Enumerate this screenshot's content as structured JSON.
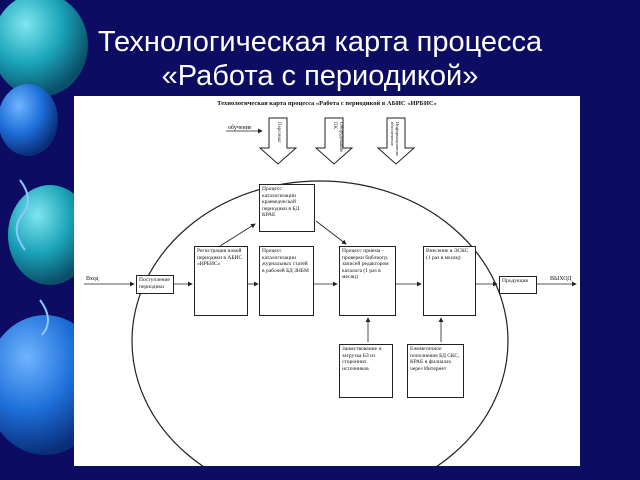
{
  "slide": {
    "title_line1": "Технологическая карта процесса",
    "title_line2": "«Работа с периодикой»"
  },
  "diagram": {
    "header": "Технологическая карта процесса «Работа с периодикой в АБИС «ИРБИС»",
    "label_training": "обучение",
    "label_input": "Вход",
    "label_output": "ВЫХОД",
    "arrow_staff": "Персонал",
    "arrow_equipment": "Оборудование ПК",
    "arrow_info": "Информационное обеспечение",
    "box_receipt": "Поступление периодики",
    "box_registration": "Регистрация новой периодики в АБИС «ИРБИС»",
    "box_kraeved": "Процесс каталогизации краеведческой периодики в БД КРАЕ",
    "box_journal_articles": "Процесс каталогизации журнальных статей в рабочей БД ЗНБМ",
    "box_acceptance": "Процесс приема - проверки библиогр. записей редактором каталога (1 раз в месяц)",
    "box_esks": "Внесение в ЭСКС (1 раз в месяц)",
    "box_products": "Продукция",
    "box_borrowing": "Заимствование и загрузка БЗ из сторонних источников",
    "box_monthly": "Ежемесячное пополнение БД СКС, КРАЕ в филиалах через Интернет"
  },
  "colors": {
    "background": "#0c0c62",
    "title": "#ffffff",
    "balloon_blue": "#1e6fd9",
    "balloon_teal": "#1aa3b8"
  }
}
